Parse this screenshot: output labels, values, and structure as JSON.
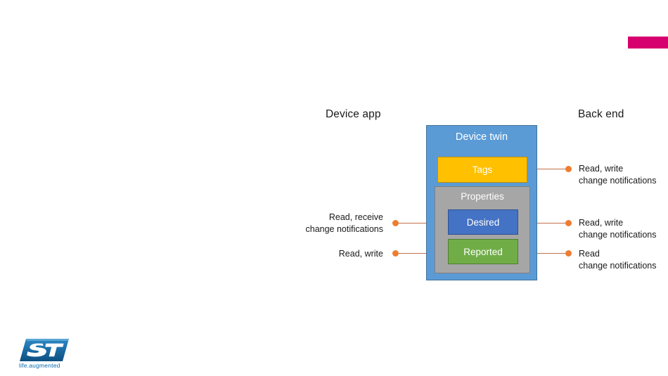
{
  "slide": {
    "accent_bar_color": "#d6006e",
    "background_color": "#ffffff"
  },
  "headers": {
    "left": "Device app",
    "right": "Back end"
  },
  "diagram": {
    "title": "Device twin",
    "box_color": "#5b9bd5",
    "blocks": [
      {
        "key": "tags",
        "label": "Tags",
        "color": "#ffc000"
      },
      {
        "key": "properties",
        "label": "Properties",
        "color": "#a6a6a6"
      },
      {
        "key": "desired",
        "label": "Desired",
        "color": "#4472c4"
      },
      {
        "key": "reported",
        "label": "Reported",
        "color": "#70ad47"
      }
    ]
  },
  "annotations": {
    "connector_color": "#ed7d31",
    "left": [
      {
        "key": "desired",
        "line1": "Read, receive",
        "line2": "change notifications"
      },
      {
        "key": "reported",
        "line1": "Read, write",
        "line2": ""
      }
    ],
    "right": [
      {
        "key": "tags",
        "line1": "Read, write",
        "line2": "change notifications"
      },
      {
        "key": "desired",
        "line1": "Read, write",
        "line2": "change notifications"
      },
      {
        "key": "reported",
        "line1": "Read",
        "line2": "change notifications"
      }
    ]
  },
  "logo": {
    "name": "st-logo",
    "tagline": "life.augmented",
    "color": "#0b6ab0"
  }
}
